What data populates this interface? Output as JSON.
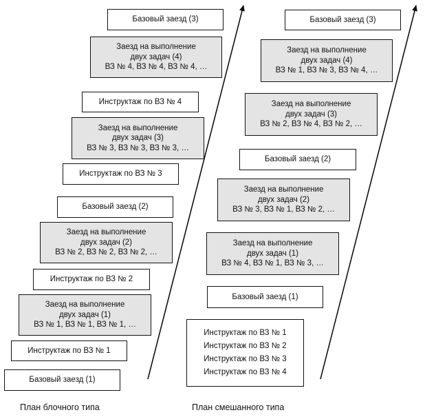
{
  "block_plan": {
    "caption": "План блочного типа",
    "steps": [
      {
        "id": "base-3",
        "text": "Базовый заезд (3)"
      },
      {
        "id": "dual-4",
        "text": "Заезд на выполнение\nдвух задач (4)\nВЗ № 4, ВЗ № 4, ВЗ № 4, …"
      },
      {
        "id": "instr-4",
        "text": "Инструктаж по ВЗ № 4"
      },
      {
        "id": "dual-3",
        "text": "Заезд на выполнение\nдвух задач (3)\nВЗ № 3, ВЗ № 3, ВЗ № 3, …"
      },
      {
        "id": "instr-3",
        "text": "Инструктаж по ВЗ № 3"
      },
      {
        "id": "base-2",
        "text": "Базовый заезд (2)"
      },
      {
        "id": "dual-2",
        "text": "Заезд на выполнение\nдвух задач (2)\nВЗ № 2, ВЗ № 2, ВЗ № 2, …"
      },
      {
        "id": "instr-2",
        "text": "Инструктаж по ВЗ № 2"
      },
      {
        "id": "dual-1",
        "text": "Заезд на выполнение\nдвух задач (1)\nВЗ № 1, ВЗ № 1, ВЗ № 1, …"
      },
      {
        "id": "instr-1",
        "text": "Инструктаж по ВЗ № 1"
      },
      {
        "id": "base-1",
        "text": "Базовый заезд (1)"
      }
    ]
  },
  "mixed_plan": {
    "caption": "План смешанного типа",
    "steps": [
      {
        "id": "base-3",
        "text": "Базовый заезд (3)"
      },
      {
        "id": "dual-4",
        "text": "Заезд на выполнение\nдвух задач (4)\nВЗ № 1, ВЗ № 3, ВЗ № 4, …"
      },
      {
        "id": "dual-3",
        "text": "Заезд на выполнение\nдвух задач (3)\nВЗ № 2, ВЗ № 4, ВЗ № 2, …"
      },
      {
        "id": "base-2",
        "text": "Базовый заезд (2)"
      },
      {
        "id": "dual-2",
        "text": "Заезд на выполнение\nдвух задач (2)\nВЗ № 3, ВЗ № 1, ВЗ № 2, …"
      },
      {
        "id": "dual-1",
        "text": "Заезд на выполнение\nдвух задач (1)\nВЗ № 4, ВЗ № 1, ВЗ № 3, …"
      },
      {
        "id": "base-1",
        "text": "Базовый заезд (1)"
      }
    ],
    "instructions": [
      "Инструктаж по ВЗ № 1",
      "Инструктаж по ВЗ № 2",
      "Инструктаж по ВЗ № 3",
      "Инструктаж по ВЗ № 4"
    ]
  }
}
